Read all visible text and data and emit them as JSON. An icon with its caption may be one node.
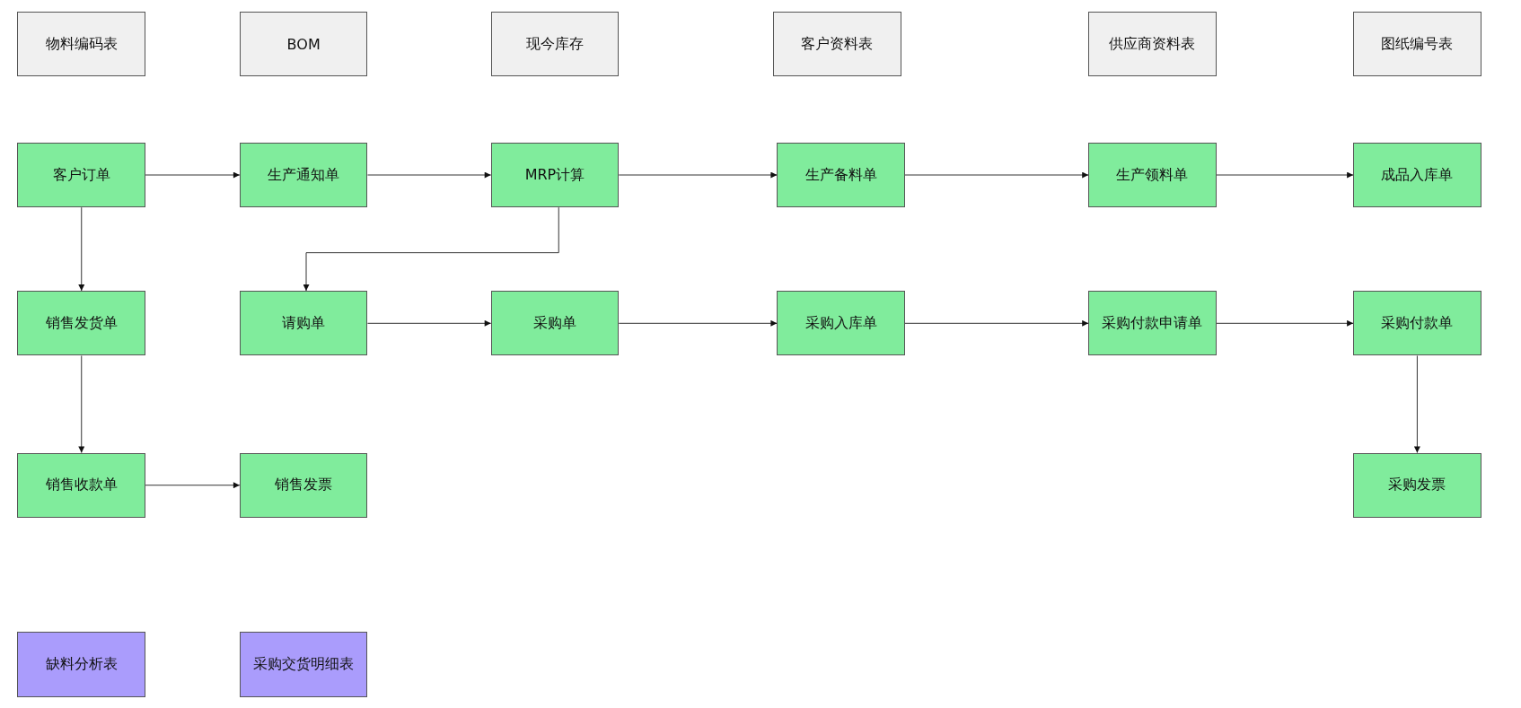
{
  "diagram": {
    "nodes": [
      {
        "text": [
          "物料编码表"
        ]
      },
      {
        "text": [
          "BOM"
        ]
      },
      {
        "text": [
          "现今库存"
        ]
      },
      {
        "text": [
          "客户资料表"
        ]
      },
      {
        "text": [
          "供应商资料表"
        ]
      },
      {
        "text": [
          "图纸编号表"
        ]
      },
      {
        "text": [
          "客户订单"
        ]
      },
      {
        "text": [
          "生产通知单"
        ]
      },
      {
        "text": [
          "MRP计算"
        ]
      },
      {
        "text": [
          "生产备料单"
        ]
      },
      {
        "text": [
          "生产领料单"
        ]
      },
      {
        "text": [
          "成品入库单"
        ]
      },
      {
        "text": [
          "销售发货单"
        ]
      },
      {
        "text": [
          "请购单"
        ]
      },
      {
        "text": [
          "采购单"
        ]
      },
      {
        "text": [
          "采购入库单"
        ]
      },
      {
        "text": [
          "采购付款申请单"
        ]
      },
      {
        "text": [
          "采购付款单"
        ]
      },
      {
        "text": [
          "销售收款单"
        ]
      },
      {
        "text": [
          "销售发票"
        ]
      },
      {
        "text": [
          "采购发票"
        ]
      },
      {
        "text": [
          "缺料分析表"
        ]
      },
      {
        "text": [
          "采购交货明细表"
        ]
      }
    ],
    "edges": [
      {
        "from": 6,
        "to": 7,
        "arrow": "to"
      },
      {
        "from": 7,
        "to": 8,
        "arrow": "to"
      },
      {
        "from": 8,
        "to": 9,
        "arrow": "to"
      },
      {
        "from": 9,
        "to": 10,
        "arrow": "to"
      },
      {
        "from": 10,
        "to": 11,
        "arrow": "to"
      },
      {
        "from": 6,
        "to": 12,
        "arrow": "to"
      },
      {
        "from": 8,
        "to": 13,
        "arrow": "to"
      },
      {
        "from": 13,
        "to": 14,
        "arrow": "to"
      },
      {
        "from": 14,
        "to": 15,
        "arrow": "to"
      },
      {
        "from": 15,
        "to": 16,
        "arrow": "to"
      },
      {
        "from": 16,
        "to": 17,
        "arrow": "to"
      },
      {
        "from": 12,
        "to": 18,
        "arrow": "to"
      },
      {
        "from": 18,
        "to": 19,
        "arrow": "to"
      },
      {
        "from": 17,
        "to": 20,
        "arrow": "to"
      }
    ]
  }
}
